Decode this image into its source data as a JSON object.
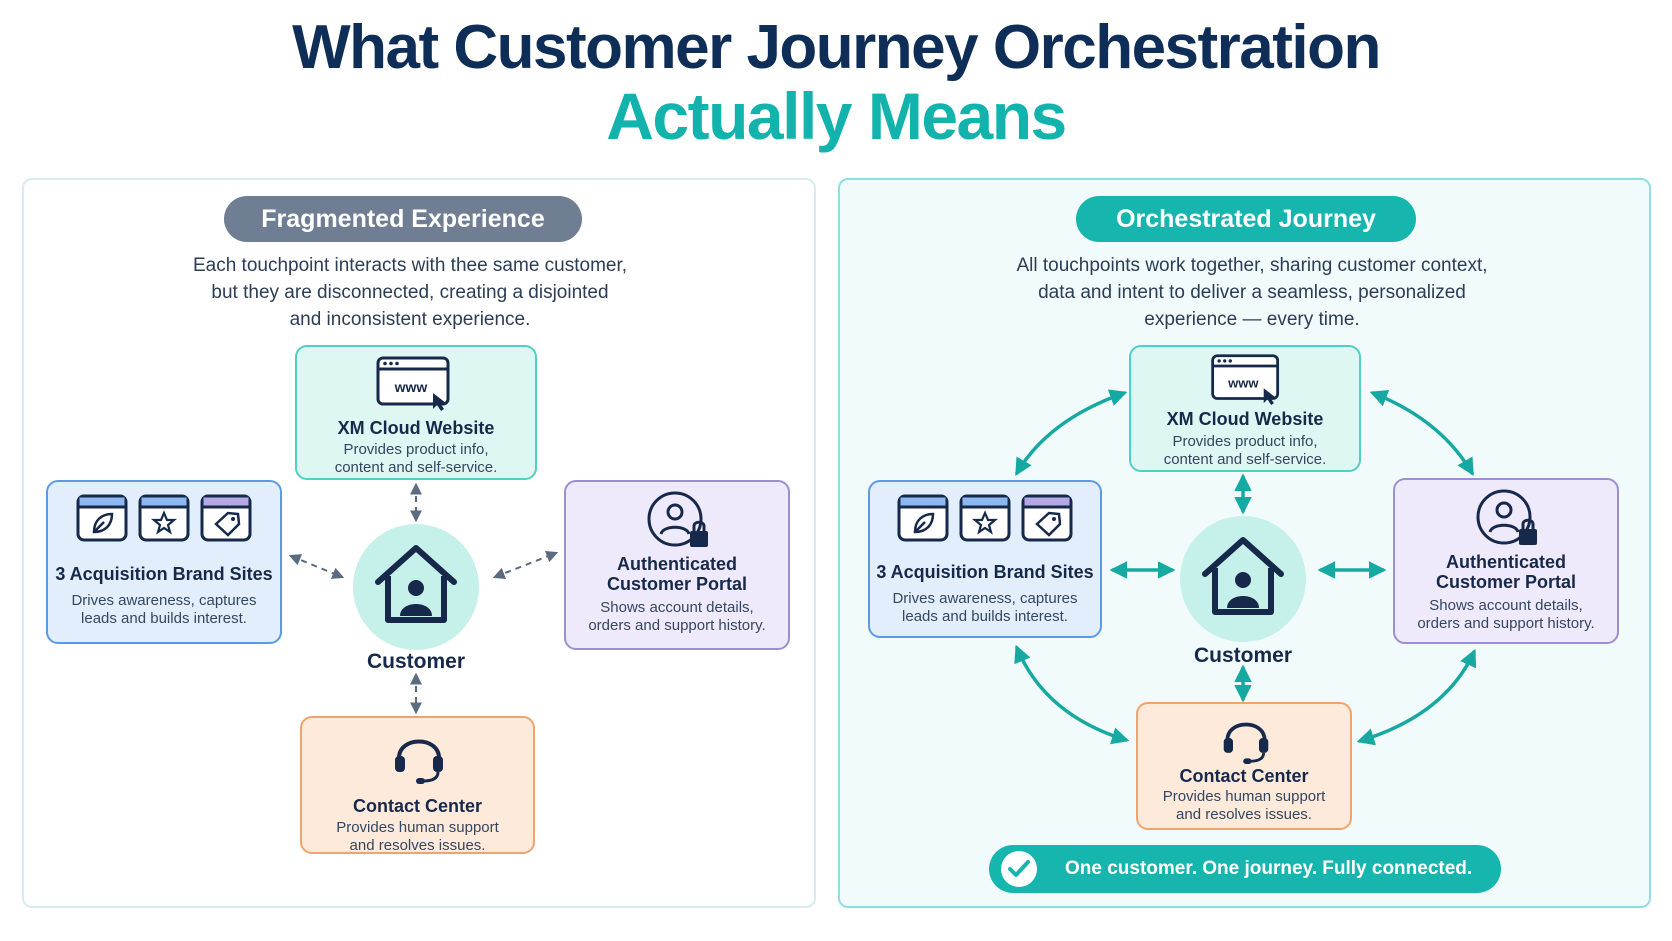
{
  "title": {
    "line1": "What Customer Journey Orchestration",
    "line2": "Actually Means"
  },
  "left_panel": {
    "pill": "Fragmented Experience",
    "description": "Each touchpoint interacts with thee same customer,\nbut they are disconnected, creating a disjointed\nand inconsistent experience.",
    "website": {
      "title": "XM Cloud Website",
      "desc": "Provides product info,\ncontent and self-service."
    },
    "brand_sites": {
      "title": "3 Acquisition Brand Sites",
      "desc": "Drives awareness, captures\nleads and builds interest."
    },
    "portal": {
      "title": "Authenticated\nCustomer Portal",
      "desc": "Shows account details,\norders and support history."
    },
    "contact": {
      "title": "Contact Center",
      "desc": "Provides human support\nand resolves issues."
    },
    "hub_label": "Customer"
  },
  "right_panel": {
    "pill": "Orchestrated Journey",
    "description": "All touchpoints work together, sharing customer context,\ndata and intent to deliver a seamless, personalized\nexperience — every time.",
    "website": {
      "title": "XM Cloud Website",
      "desc": "Provides product info,\ncontent and self-service."
    },
    "brand_sites": {
      "title": "3 Acquisition Brand Sites",
      "desc": "Drives awareness, captures\nleads and builds interest."
    },
    "portal": {
      "title": "Authenticated\nCustomer Portal",
      "desc": "Shows account details,\norders and support history."
    },
    "contact": {
      "title": "Contact Center",
      "desc": "Provides human support\nand resolves issues."
    },
    "hub_label": "Customer",
    "banner": "One customer. One journey. Fully connected."
  },
  "icons": {
    "website": "browser-www-icon",
    "brand_sites": [
      "leaf-site-icon",
      "star-site-icon",
      "tag-site-icon"
    ],
    "portal": "user-lock-icon",
    "contact": "headset-icon",
    "hub": "house-user-icon",
    "banner": "check-circle-icon"
  },
  "colors": {
    "navy": "#0f2e57",
    "teal": "#13b3ad",
    "grey_pill": "#6f7e92",
    "website_bg": "#dff7f3",
    "brand_bg": "#e2eefc",
    "portal_bg": "#efeafb",
    "contact_bg": "#fdeadb"
  }
}
